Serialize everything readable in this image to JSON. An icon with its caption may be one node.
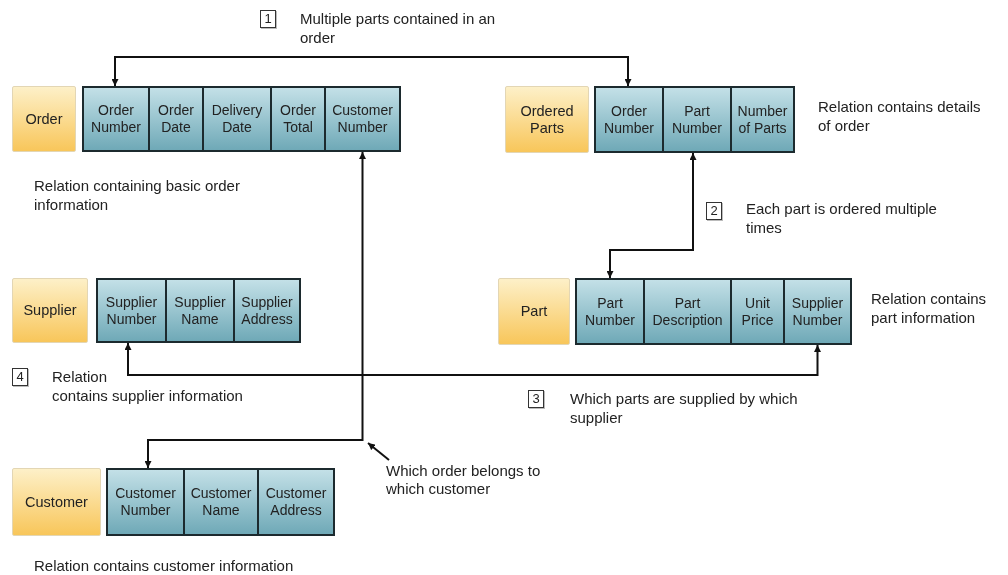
{
  "diagram": {
    "nodes": [
      {
        "text": [
          "Order"
        ]
      },
      {
        "text": [
          "Order Number"
        ]
      },
      {
        "text": [
          "Order Date"
        ]
      },
      {
        "text": [
          "Delivery Date"
        ]
      },
      {
        "text": [
          "Order Total"
        ]
      },
      {
        "text": [
          "Customer Number"
        ]
      },
      {
        "text": [
          "Ordered Parts"
        ]
      },
      {
        "text": [
          "Order Number"
        ]
      },
      {
        "text": [
          "Part Number"
        ]
      },
      {
        "text": [
          "Number of Parts"
        ]
      },
      {
        "text": [
          "Supplier"
        ]
      },
      {
        "text": [
          "Supplier Number"
        ]
      },
      {
        "text": [
          "Supplier Name"
        ]
      },
      {
        "text": [
          "Supplier Address"
        ]
      },
      {
        "text": [
          "Part"
        ]
      },
      {
        "text": [
          "Part Number"
        ]
      },
      {
        "text": [
          "Part Description"
        ]
      },
      {
        "text": [
          "Unit Price"
        ]
      },
      {
        "text": [
          "Supplier Number"
        ]
      },
      {
        "text": [
          "Customer"
        ]
      },
      {
        "text": [
          "Customer Number"
        ]
      },
      {
        "text": [
          "Customer Name"
        ]
      },
      {
        "text": [
          "Customer Address"
        ]
      },
      {
        "text": [
          "Which order belongs to which customer"
        ]
      }
    ],
    "edges": [
      {
        "from": 1,
        "to": 7,
        "arrow": "both"
      },
      {
        "from": 8,
        "to": 15,
        "arrow": "both"
      },
      {
        "from": 11,
        "to": 18,
        "arrow": "both"
      },
      {
        "from": 5,
        "to": 20,
        "arrow": "both"
      },
      {
        "from": 23,
        "to": null,
        "arrow": "to"
      }
    ],
    "labels": [
      "1",
      "Multiple parts contained in an order",
      "Relation containing basic order information",
      "Relation contains details of order",
      "2",
      "Each part is ordered multiple times",
      "Relation contains part information",
      "4",
      "Relation contains supplier information",
      "3",
      "Which parts are supplied by which supplier",
      "Relation contains customer information"
    ]
  }
}
